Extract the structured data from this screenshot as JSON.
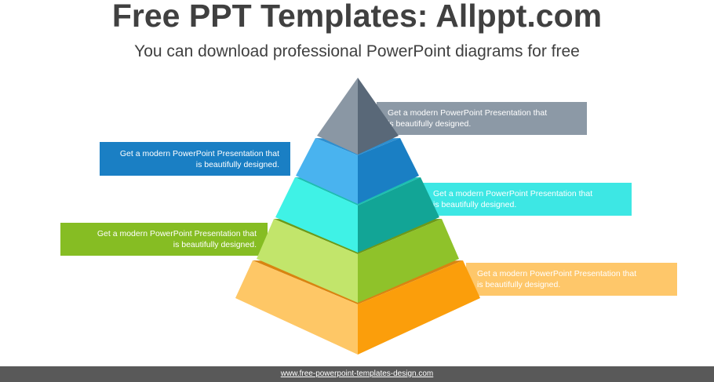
{
  "header": {
    "title": "Free PPT Templates: Allppt.com",
    "subtitle": "You can download professional PowerPoint diagrams for free"
  },
  "levels": [
    {
      "line1": "Get a modern PowerPoint  Presentation that",
      "line2": "is beautifully designed.",
      "side": "right",
      "colors": {
        "box": "#8c99a6",
        "left": "#8a97a4",
        "right": "#596878",
        "top": "#a3aeb8"
      }
    },
    {
      "line1": "Get a modern PowerPoint  Presentation that",
      "line2": "is beautifully designed.",
      "side": "left",
      "colors": {
        "box": "#1a7fc4",
        "left": "#49b3ef",
        "right": "#1a7fc4",
        "top": "#2e8fd0"
      }
    },
    {
      "line1": "Get a modern PowerPoint  Presentation that",
      "line2": "is beautifully designed.",
      "side": "right",
      "colors": {
        "box": "#3de7e4",
        "left": "#3ff2e6",
        "right": "#12a596",
        "top": "#1cbfb2"
      }
    },
    {
      "line1": "Get a modern PowerPoint  Presentation that",
      "line2": "is beautifully designed.",
      "side": "left",
      "colors": {
        "box": "#86bd23",
        "left": "#c2e56b",
        "right": "#8fc22a",
        "top": "#6d9a18"
      }
    },
    {
      "line1": "Get a modern PowerPoint  Presentation that",
      "line2": "is beautifully designed.",
      "side": "right",
      "colors": {
        "box": "#fec76a",
        "left": "#fec766",
        "right": "#fb9e0b",
        "top": "#d98410"
      }
    }
  ],
  "footer": {
    "url": "www.free-powerpoint-templates-design.com"
  }
}
